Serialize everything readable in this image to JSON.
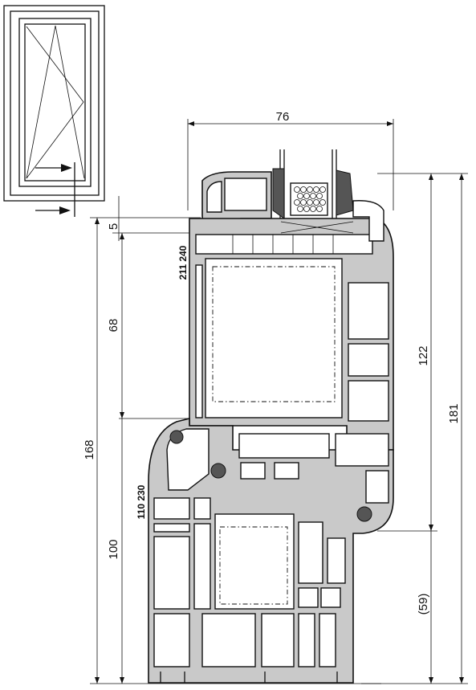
{
  "dimensions": {
    "overall_depth": "76",
    "rebate_gap": "5",
    "sash_height": "68",
    "frame_height": "100",
    "total_height_left": "168",
    "sash_height_right": "122",
    "total_height_right": "181",
    "frame_height_right": "(59)"
  },
  "profile_codes": {
    "sash": "211 240",
    "frame": "110 230"
  },
  "icons": {
    "window_diagram": "tilt-turn-window-icon",
    "arrow": "arrow-right-icon"
  },
  "colors": {
    "line": "#111111",
    "profile_fill": "#c9c9c9",
    "background": "#ffffff"
  }
}
